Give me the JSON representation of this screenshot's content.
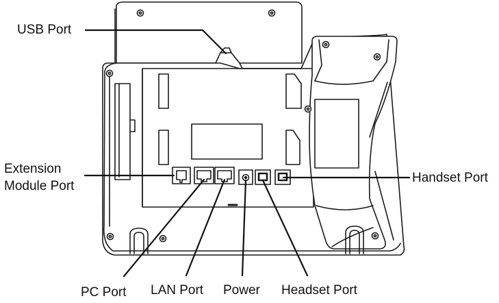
{
  "labels": {
    "usb_port": "USB Port",
    "extension_line1": "Extension",
    "extension_line2": "Module Port",
    "handset_port": "Handset Port",
    "pc_port": "PC Port",
    "lan_port": "LAN Port",
    "power": "Power",
    "headset_port": "Headset Port"
  },
  "colors": {
    "stroke": "#1a1a1a",
    "body_fill": "#ffffff",
    "screw_fill": "#ffffff"
  }
}
